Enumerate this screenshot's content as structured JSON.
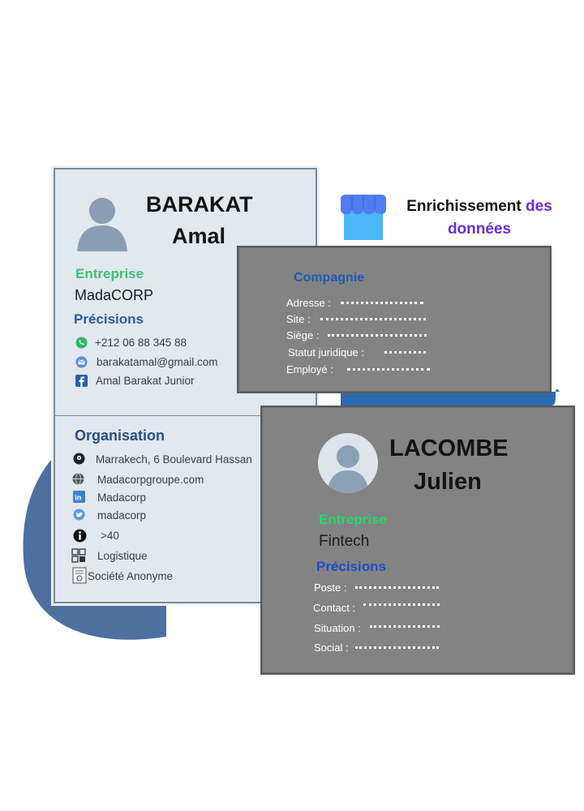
{
  "enrich": {
    "word1": "Enrichissement",
    "word2": "des",
    "word3": "données"
  },
  "card1": {
    "last_name": "BARAKAT",
    "first_name": "Amal",
    "company_label": "Entreprise",
    "company_value": "MadaCORP",
    "details_label": "Précisions",
    "phone": "+212 06 88 345 88",
    "email": "barakatamal@gmail.com",
    "facebook": "Amal Barakat Junior",
    "org_title": "Organisation",
    "org_items": {
      "address": "Marrakech, 6 Boulevard Hassan",
      "website": "Madacorpgroupe.com",
      "linkedin": "Madacorp",
      "twitter": "madacorp",
      "employees": ">40",
      "sector": "Logistique",
      "legal": "Société Anonyme"
    },
    "icons": [
      "user-avatar-icon",
      "whatsapp-icon",
      "email-icon",
      "facebook-icon",
      "location-icon",
      "globe-icon",
      "linkedin-icon",
      "twitter-icon",
      "info-icon",
      "sector-icon",
      "certificate-icon"
    ]
  },
  "card2": {
    "title": "Compagnie",
    "fields": {
      "address": "Adresse :",
      "site": "Site :",
      "seat": "Siège :",
      "legal": "Statut juridique :",
      "employee": "Employé :"
    }
  },
  "card3": {
    "last_name": "LACOMBE",
    "first_name": "Julien",
    "company_label": "Entreprise",
    "company_value": "Fintech",
    "details_label": "Précisions",
    "fields": {
      "position": "Poste :",
      "contact": "Contact :",
      "situation": "Situation :",
      "social": "Social :"
    }
  },
  "colors": {
    "blob": "#4c6f9f",
    "blob2": "#2f6db3",
    "card1_bg": "#e1e8ee",
    "gray_card": "#838383",
    "accent_green": "#3fbf78",
    "accent_blue": "#2b5aa8",
    "purple": "#6b2bd9"
  }
}
